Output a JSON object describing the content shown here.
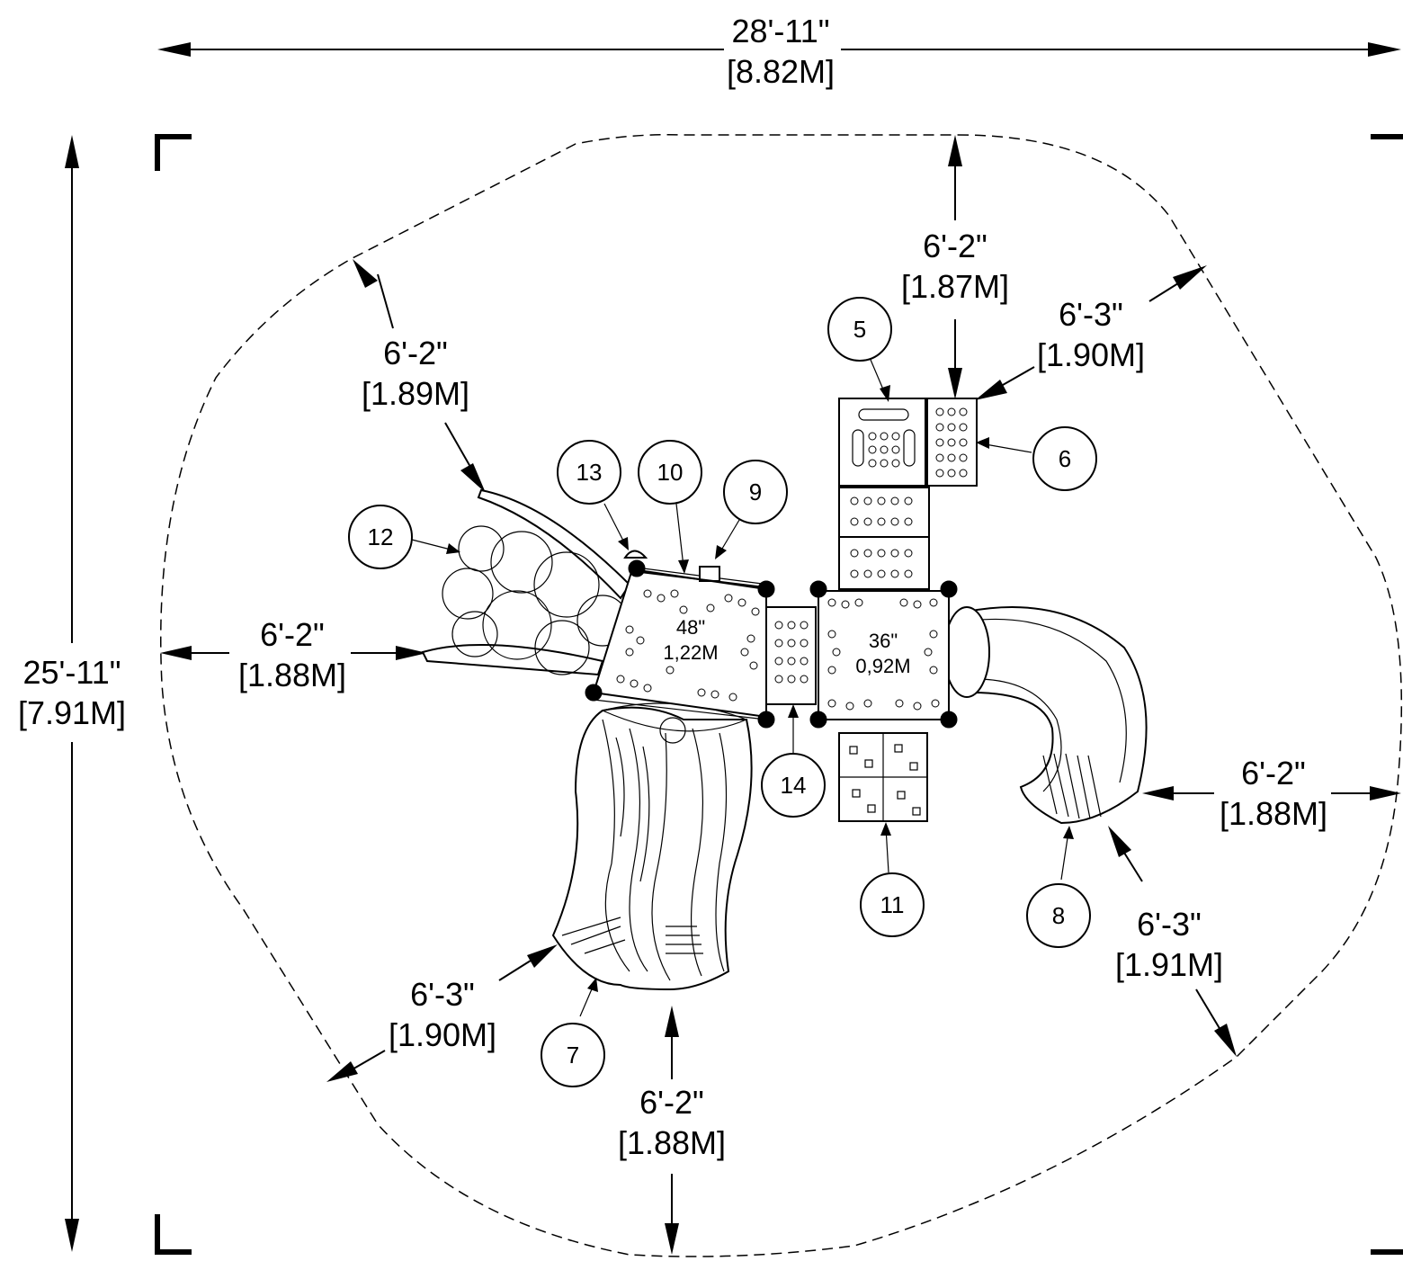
{
  "overall": {
    "width": {
      "imperial": "28'-11\"",
      "metric": "[8.82M]"
    },
    "depth": {
      "imperial": "25'-11\"",
      "metric": "[7.91M]"
    }
  },
  "clearances": [
    {
      "id": "top",
      "imperial": "6'-2\"",
      "metric": "[1.87M]"
    },
    {
      "id": "top-right",
      "imperial": "6'-3\"",
      "metric": "[1.90M]"
    },
    {
      "id": "upper-left",
      "imperial": "6'-2\"",
      "metric": "[1.89M]"
    },
    {
      "id": "left",
      "imperial": "6'-2\"",
      "metric": "[1.88M]"
    },
    {
      "id": "right",
      "imperial": "6'-2\"",
      "metric": "[1.88M]"
    },
    {
      "id": "lower-right",
      "imperial": "6'-3\"",
      "metric": "[1.91M]"
    },
    {
      "id": "lower-left",
      "imperial": "6'-3\"",
      "metric": "[1.90M]"
    },
    {
      "id": "bottom",
      "imperial": "6'-2\"",
      "metric": "[1.88M]"
    }
  ],
  "decks": [
    {
      "id": "deck-48",
      "height": "48\"",
      "metric": "1,22M"
    },
    {
      "id": "deck-36",
      "height": "36\"",
      "metric": "0,92M"
    }
  ],
  "callouts": [
    "5",
    "6",
    "7",
    "8",
    "9",
    "10",
    "11",
    "12",
    "13",
    "14"
  ]
}
